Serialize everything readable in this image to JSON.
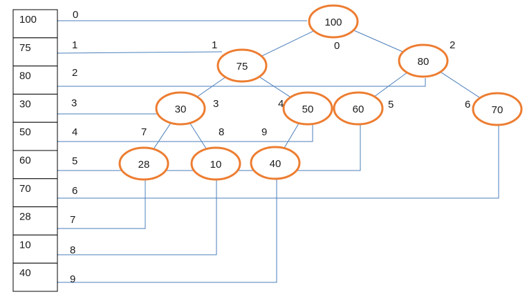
{
  "array": {
    "cells": [
      "100",
      "75",
      "80",
      "30",
      "50",
      "60",
      "70",
      "28",
      "10",
      "40"
    ]
  },
  "tree": {
    "nodes": [
      {
        "id": "n100",
        "value": "100",
        "index_label": "0"
      },
      {
        "id": "n75",
        "value": "75",
        "index_label": "1"
      },
      {
        "id": "n80",
        "value": "80",
        "index_label": "2"
      },
      {
        "id": "n30",
        "value": "30",
        "index_label": "3"
      },
      {
        "id": "n50",
        "value": "50",
        "index_label": "4"
      },
      {
        "id": "n60",
        "value": "60",
        "index_label": "5"
      },
      {
        "id": "n70",
        "value": "70",
        "index_label": "6"
      },
      {
        "id": "n28",
        "value": "28",
        "index_label": "7"
      },
      {
        "id": "n10",
        "value": "10",
        "index_label": "8"
      },
      {
        "id": "n40",
        "value": "40",
        "index_label": "9"
      }
    ],
    "edges": [
      [
        "n100",
        "n75"
      ],
      [
        "n100",
        "n80"
      ],
      [
        "n75",
        "n30"
      ],
      [
        "n75",
        "n50"
      ],
      [
        "n80",
        "n60"
      ],
      [
        "n80",
        "n70"
      ],
      [
        "n30",
        "n28"
      ],
      [
        "n30",
        "n10"
      ],
      [
        "n50",
        "n40"
      ]
    ]
  },
  "arrow_labels": [
    "0",
    "1",
    "2",
    "3",
    "4",
    "5",
    "6",
    "7",
    "8",
    "9"
  ],
  "colors": {
    "node_stroke": "#ED7D31",
    "line": "#4A7EBB",
    "cell_border": "#000000",
    "text": "#1a1a1a"
  }
}
